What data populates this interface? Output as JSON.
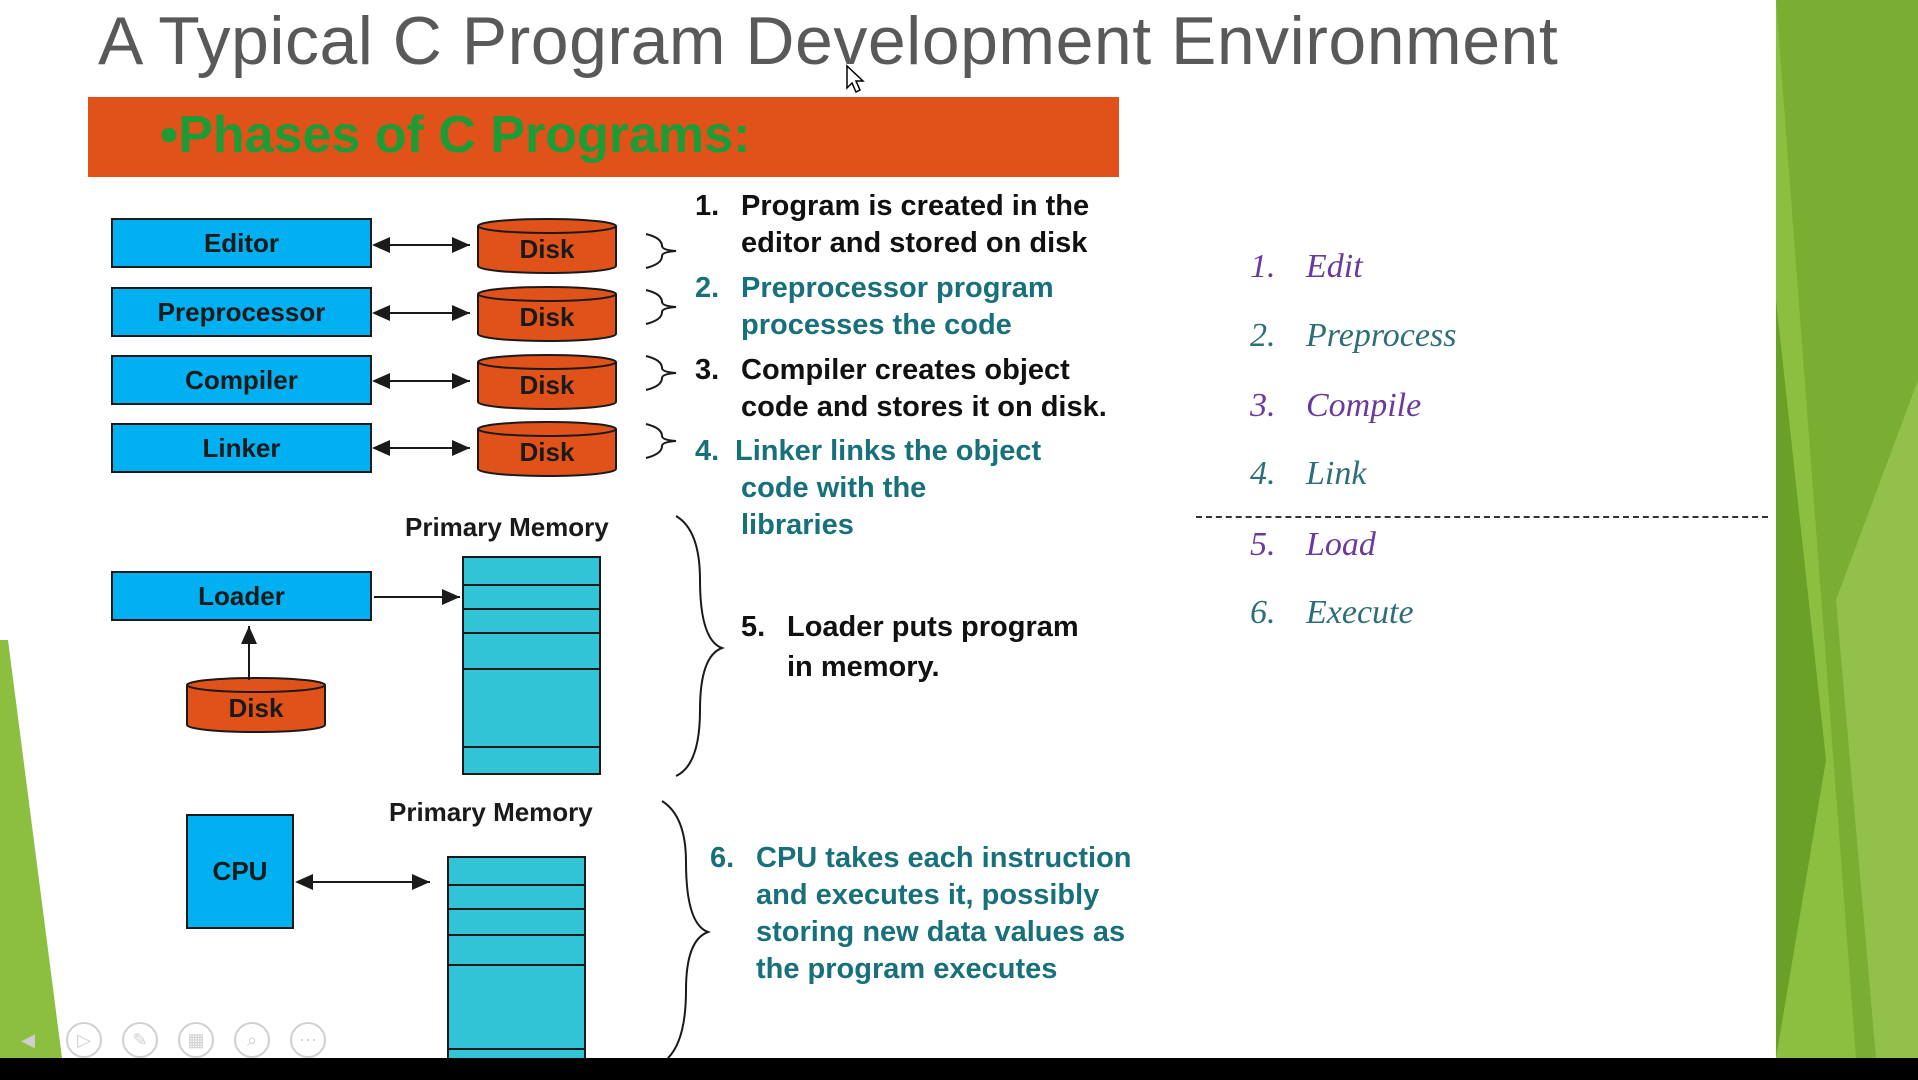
{
  "slide": {
    "title": "A Typical C Program Development Environment",
    "banner": "•Phases of C Programs:"
  },
  "diagram": {
    "tools": {
      "editor": "Editor",
      "preprocessor": "Preprocessor",
      "compiler": "Compiler",
      "linker": "Linker",
      "loader": "Loader",
      "cpu": "CPU"
    },
    "disk_label": "Disk",
    "primary_memory_label": "Primary Memory"
  },
  "steps": [
    {
      "num": "1.",
      "lines": [
        "Program is created in the",
        "editor and stored on disk"
      ],
      "color": "#111111"
    },
    {
      "num": "2.",
      "lines": [
        "Preprocessor program",
        "processes the code"
      ],
      "color": "#17707a"
    },
    {
      "num": "3.",
      "lines": [
        "Compiler creates object",
        "code and stores it on disk."
      ],
      "color": "#111111"
    },
    {
      "num": "4.",
      "lines": [
        "Linker links the object",
        "code with the",
        "libraries"
      ],
      "color": "#17707a"
    },
    {
      "num": "5.",
      "lines": [
        "Loader puts program",
        "in memory."
      ],
      "color": "#111111"
    },
    {
      "num": "6.",
      "lines": [
        "CPU takes each instruction",
        "and  executes  it,  possibly",
        "storing new data values as",
        "the program executes"
      ],
      "color": "#17707a"
    }
  ],
  "phases": [
    {
      "num": "1.",
      "label": "Edit"
    },
    {
      "num": "2.",
      "label": "Preprocess"
    },
    {
      "num": "3.",
      "label": "Compile"
    },
    {
      "num": "4.",
      "label": "Link"
    },
    {
      "num": "5.",
      "label": "Load"
    },
    {
      "num": "6.",
      "label": "Execute"
    }
  ],
  "colors": {
    "banner": "#e0521a",
    "banner_text": "#1f9b36",
    "tool_box": "#00b0f0",
    "disk": "#e0521a",
    "memory": "#31c3d6",
    "deco_green": "#8cbf3f"
  },
  "controls": [
    "previous-icon",
    "play-icon",
    "pen-icon",
    "slides-icon",
    "zoom-icon",
    "more-icon"
  ]
}
